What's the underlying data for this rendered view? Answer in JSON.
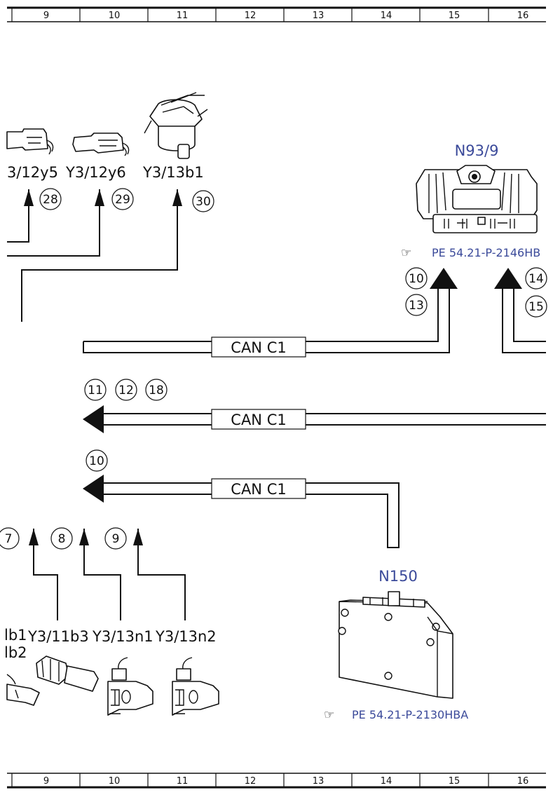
{
  "ruler": {
    "top_cols": [
      "9",
      "10",
      "11",
      "12",
      "13",
      "14",
      "15",
      "16"
    ],
    "bottom_cols": [
      "9",
      "10",
      "11",
      "12",
      "13",
      "14",
      "15",
      "16"
    ]
  },
  "components": {
    "y3_12y5": "3/12y5",
    "y3_12y6": "Y3/12y6",
    "y3_13b1": "Y3/13b1",
    "n93_9": "N93/9",
    "n150": "N150",
    "lb1": "lb1",
    "lb2": "lb2",
    "y3_11b3": "Y3/11b3",
    "y3_13n1": "Y3/13n1",
    "y3_13n2": "Y3/13n2"
  },
  "references": {
    "n93_9_ref": "PE 54.21-P-2146HB",
    "n150_ref": "PE 54.21-P-2130HBA"
  },
  "bus": {
    "can1": "CAN C1",
    "can2": "CAN C1",
    "can3": "CAN C1"
  },
  "markers": {
    "m28": "28",
    "m29": "29",
    "m30": "30",
    "m10a": "10",
    "m13": "13",
    "m14": "14",
    "m15": "15",
    "m11": "11",
    "m12": "12",
    "m18": "18",
    "m10b": "10",
    "m7": "7",
    "m8": "8",
    "m9": "9"
  },
  "colors": {
    "line": "#111111",
    "accent_blue": "#3b4a9a"
  },
  "icons": {
    "reference": "pointing-hand-icon"
  }
}
